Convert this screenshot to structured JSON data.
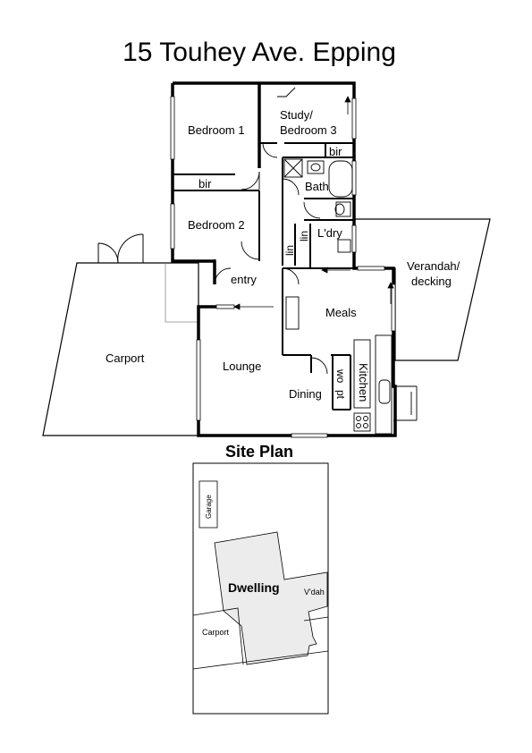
{
  "title": "15 Touhey Ave. Epping",
  "rooms": {
    "bedroom1": "Bedroom 1",
    "study_line1": "Study/",
    "study_line2": "Bedroom 3",
    "bir_top": "bir",
    "bir_left": "bir",
    "bath": "Bath",
    "bedroom2": "Bedroom 2",
    "lin1": "lin",
    "lin2": "lin",
    "laundry": "L'dry",
    "entry": "entry",
    "verandah_line1": "Verandah/",
    "verandah_line2": "decking",
    "meals": "Meals",
    "carport": "Carport",
    "lounge": "Lounge",
    "dining": "Dining",
    "kitchen": "Kitchen",
    "wo": "wo",
    "pt": "pt"
  },
  "site_plan": {
    "heading": "Site Plan",
    "garage": "Garage",
    "dwelling": "Dwelling",
    "vdah": "V'dah",
    "carport": "Carport"
  }
}
